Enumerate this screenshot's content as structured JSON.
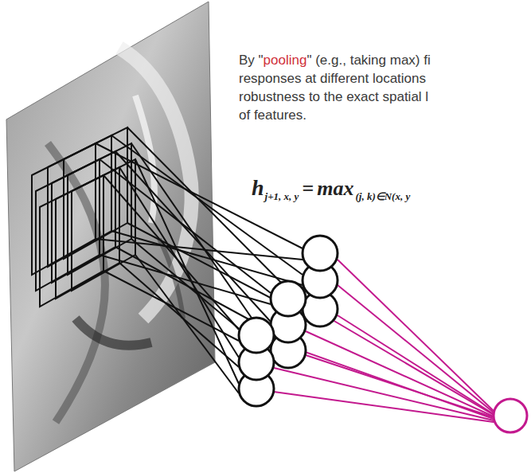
{
  "diagram": {
    "labels": [
      "By \"",
      "pooling",
      "\" (e.g., taking max) fi",
      "responses at different locations",
      "robustness to the exact spatial l",
      "of features.",
      "h",
      "j+1, x, y",
      "=",
      "max",
      "(j, k)∈N(x, y"
    ]
  }
}
